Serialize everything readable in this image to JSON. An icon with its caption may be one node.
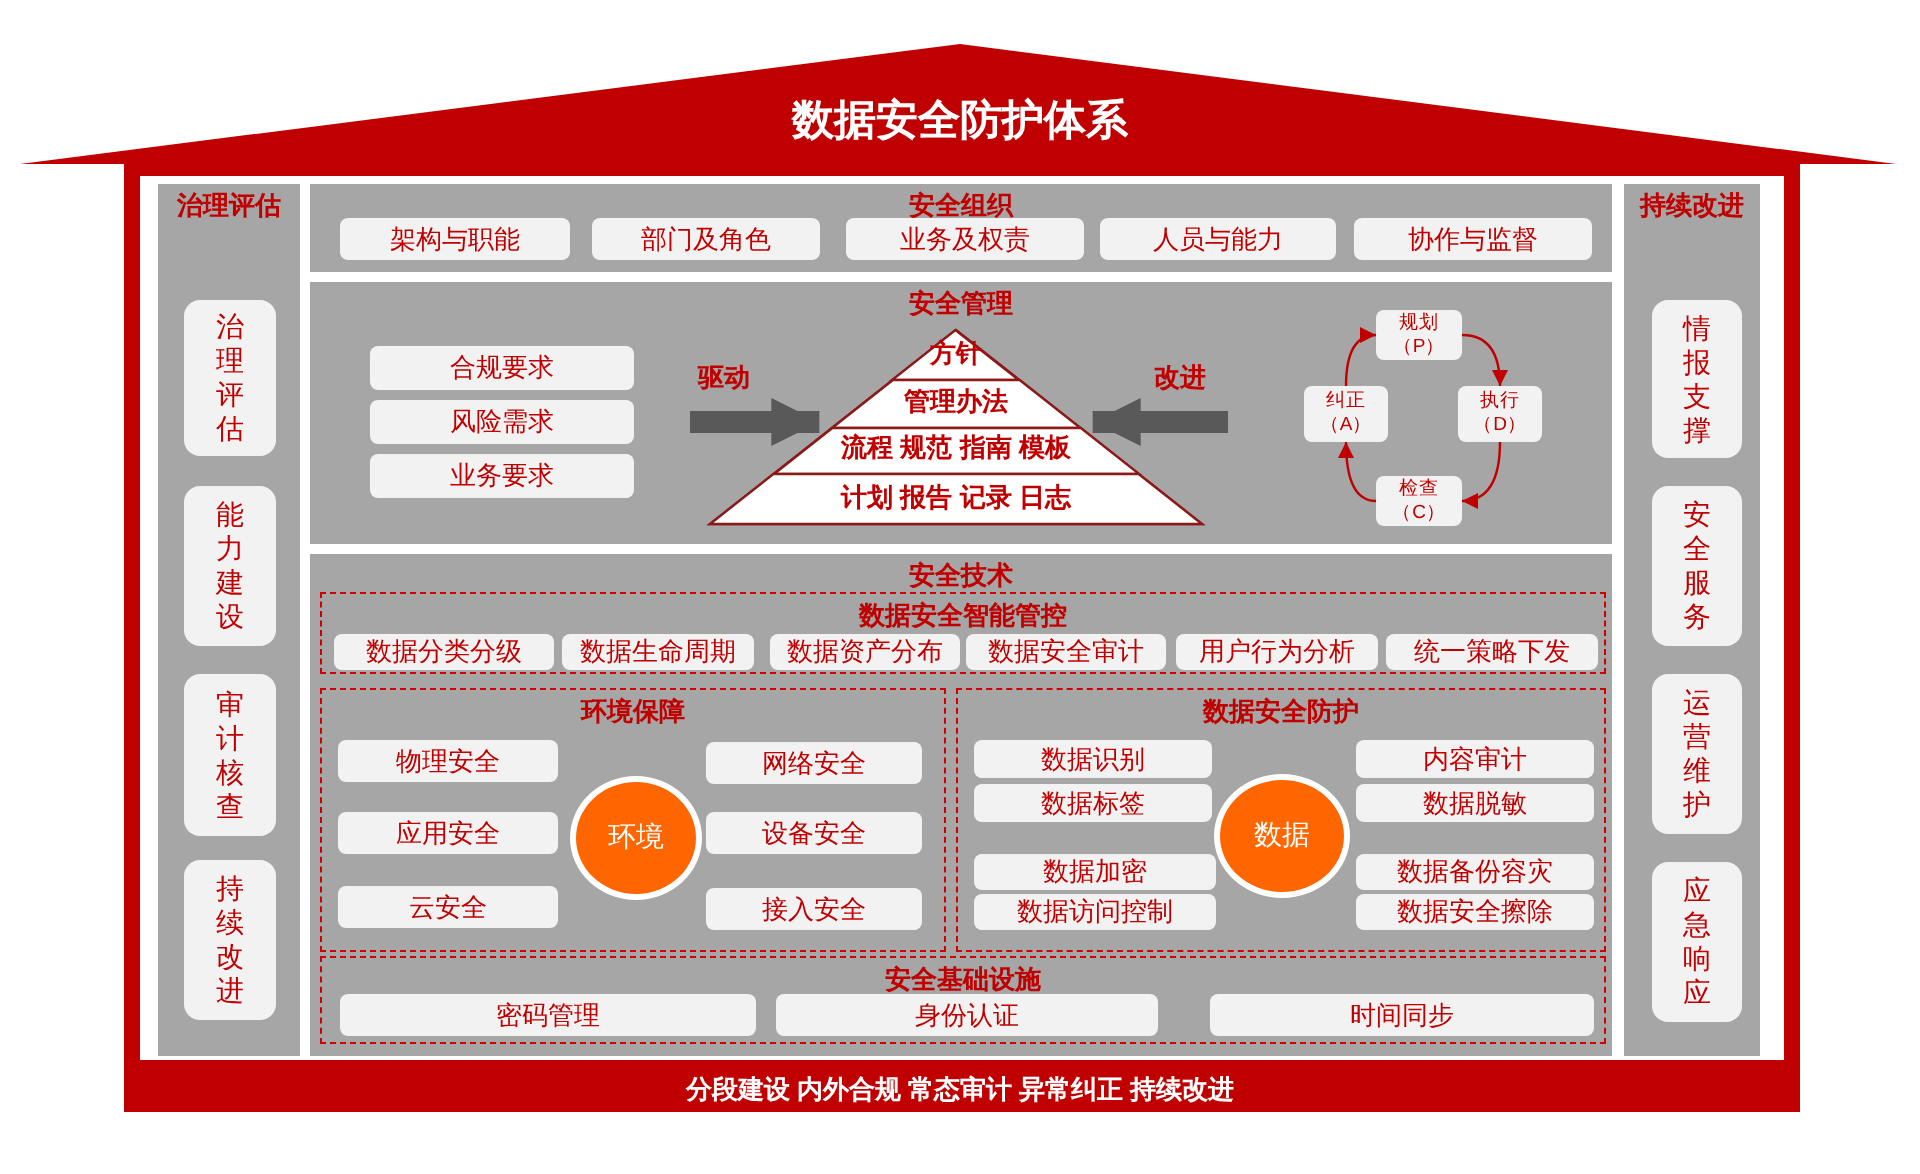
{
  "diagram": {
    "title": "数据安全防护体系",
    "caption": "分段建设 内外合规 常态审计 异常纠正 持续改进",
    "nodes": [
      {
        "text": [
          "治理评估"
        ]
      },
      {
        "text": [
          "治理评估"
        ],
        "in": 0
      },
      {
        "text": [
          "能力建设"
        ],
        "in": 0
      },
      {
        "text": [
          "审计核查"
        ],
        "in": 0
      },
      {
        "text": [
          "持续改进"
        ],
        "in": 0
      },
      {
        "text": [
          "安全组织"
        ]
      },
      {
        "text": [
          "架构与职能"
        ],
        "in": 5
      },
      {
        "text": [
          "部门及角色"
        ],
        "in": 5
      },
      {
        "text": [
          "业务及权责"
        ],
        "in": 5
      },
      {
        "text": [
          "人员与能力"
        ],
        "in": 5
      },
      {
        "text": [
          "协作与监督"
        ],
        "in": 5
      },
      {
        "text": [
          "安全管理"
        ]
      },
      {
        "text": [
          "合规要求"
        ],
        "in": 11
      },
      {
        "text": [
          "风险需求"
        ],
        "in": 11
      },
      {
        "text": [
          "业务要求"
        ],
        "in": 11
      },
      {
        "text": [],
        "shape": "triangle",
        "in": 11
      },
      {
        "text": [
          "方针"
        ],
        "in": 15
      },
      {
        "text": [
          "管理办法"
        ],
        "in": 15
      },
      {
        "text": [
          "流程 规范 指南 模板"
        ],
        "in": 15
      },
      {
        "text": [
          "计划 报告 记录 日志"
        ],
        "in": 15
      },
      {
        "text": [
          "规划（P）"
        ],
        "in": 11
      },
      {
        "text": [
          "执行（D）"
        ],
        "in": 11
      },
      {
        "text": [
          "检查（C）"
        ],
        "in": 11
      },
      {
        "text": [
          "纠正（A）"
        ],
        "in": 11
      },
      {
        "text": [
          "安全技术"
        ]
      },
      {
        "text": [
          "数据安全智能管控"
        ],
        "in": 24
      },
      {
        "text": [
          "数据分类分级"
        ],
        "in": 25
      },
      {
        "text": [
          "数据生命周期"
        ],
        "in": 25
      },
      {
        "text": [
          "数据资产分布"
        ],
        "in": 25
      },
      {
        "text": [
          "数据安全审计"
        ],
        "in": 25
      },
      {
        "text": [
          "用户行为分析"
        ],
        "in": 25
      },
      {
        "text": [
          "统一策略下发"
        ],
        "in": 25
      },
      {
        "text": [
          "环境保障"
        ],
        "in": 24
      },
      {
        "text": [
          "物理安全"
        ],
        "in": 32
      },
      {
        "text": [
          "网络安全"
        ],
        "in": 32
      },
      {
        "text": [
          "应用安全"
        ],
        "in": 32
      },
      {
        "text": [
          "环境"
        ],
        "in": 32
      },
      {
        "text": [
          "设备安全"
        ],
        "in": 32
      },
      {
        "text": [
          "云安全"
        ],
        "in": 32
      },
      {
        "text": [
          "接入安全"
        ],
        "in": 32
      },
      {
        "text": [
          "数据安全防护"
        ],
        "in": 24
      },
      {
        "text": [
          "数据识别"
        ],
        "in": 40
      },
      {
        "text": [
          "内容审计"
        ],
        "in": 40
      },
      {
        "text": [
          "数据标签"
        ],
        "in": 40
      },
      {
        "text": [
          "数据脱敏"
        ],
        "in": 40
      },
      {
        "text": [
          "数据"
        ],
        "in": 40
      },
      {
        "text": [
          "数据加密"
        ],
        "in": 40
      },
      {
        "text": [
          "数据备份容灾"
        ],
        "in": 40
      },
      {
        "text": [
          "数据访问控制"
        ],
        "in": 40
      },
      {
        "text": [
          "数据安全擦除"
        ],
        "in": 40
      },
      {
        "text": [
          "安全基础设施"
        ],
        "in": 24
      },
      {
        "text": [
          "密码管理"
        ],
        "in": 50
      },
      {
        "text": [
          "身份认证"
        ],
        "in": 50
      },
      {
        "text": [
          "时间同步"
        ],
        "in": 50
      },
      {
        "text": [
          "持续改进"
        ]
      },
      {
        "text": [
          "情报支撑"
        ],
        "in": 54
      },
      {
        "text": [
          "安全服务"
        ],
        "in": 54
      },
      {
        "text": [
          "运营维护"
        ],
        "in": 54
      },
      {
        "text": [
          "应急响应"
        ],
        "in": 54
      }
    ],
    "edges": [
      {
        "from": null,
        "to": 15,
        "arrow": "to",
        "label": "驱动",
        "style": "thick",
        "color": "#595959"
      },
      {
        "from": null,
        "to": 15,
        "arrow": "to",
        "label": "改进",
        "style": "thick",
        "color": "#595959"
      },
      {
        "from": 20,
        "to": 21,
        "arrow": "to"
      },
      {
        "from": 21,
        "to": 22,
        "arrow": "to"
      },
      {
        "from": 22,
        "to": 23,
        "arrow": "to"
      },
      {
        "from": 23,
        "to": 20,
        "arrow": "to"
      }
    ]
  }
}
